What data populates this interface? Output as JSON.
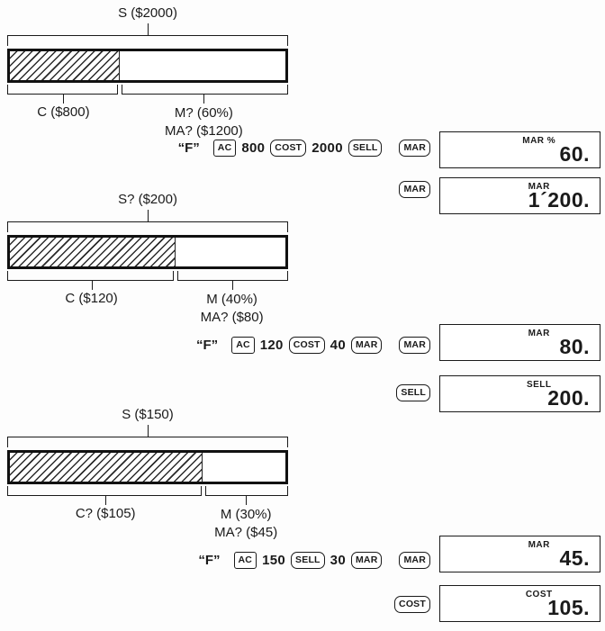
{
  "examples": [
    {
      "diagram": {
        "total_label": "S ($2000)",
        "cost_label": "C ($800)",
        "margin_percent_label": "M? (60%)",
        "margin_amount_label": "MA? ($1200)",
        "cost_fraction_percent": "40"
      },
      "keys": {
        "mode": "“F”",
        "k0": "AC",
        "t0": "800",
        "k1": "COST",
        "t1": "2000",
        "k2": "SELL",
        "k3": "MAR"
      },
      "results": [
        {
          "indicator": "MAR %",
          "value": "60."
        },
        {
          "key": "MAR",
          "indicator": "MAR",
          "value": "1´200."
        }
      ]
    },
    {
      "diagram": {
        "total_label": "S? ($200)",
        "cost_label": "C ($120)",
        "margin_percent_label": "M (40%)",
        "margin_amount_label": "MA? ($80)",
        "cost_fraction_percent": "60"
      },
      "keys": {
        "mode": "“F”",
        "k0": "AC",
        "t0": "120",
        "k1": "COST",
        "t1": "40",
        "k2": "MAR",
        "k3": "MAR"
      },
      "results": [
        {
          "indicator": "MAR",
          "value": "80."
        },
        {
          "key": "SELL",
          "indicator": "SELL",
          "value": "200."
        }
      ]
    },
    {
      "diagram": {
        "total_label": "S ($150)",
        "cost_label": "C? ($105)",
        "margin_percent_label": "M (30%)",
        "margin_amount_label": "MA? ($45)",
        "cost_fraction_percent": "70"
      },
      "keys": {
        "mode": "“F”",
        "k0": "AC",
        "t0": "150",
        "k1": "SELL",
        "t1": "30",
        "k2": "MAR",
        "k3": "MAR"
      },
      "results": [
        {
          "indicator": "MAR",
          "value": "45."
        },
        {
          "key": "COST",
          "indicator": "COST",
          "value": "105."
        }
      ]
    }
  ]
}
